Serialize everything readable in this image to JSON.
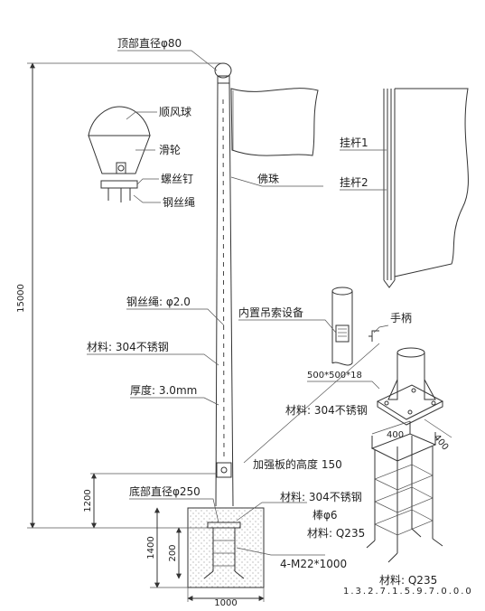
{
  "labels": {
    "top_diameter": "顶部直径φ80",
    "wind_ball": "顺风球",
    "pulley": "滑轮",
    "screw": "螺丝钉",
    "wire_rope": "钢丝绳",
    "buddha_bead": "佛珠",
    "hanging_rod_1": "挂杆1",
    "hanging_rod_2": "挂杆2",
    "wire_rope_spec": "钢丝绳: φ2.0",
    "material_pole": "材料: 304不锈钢",
    "thickness": "厚度: 3.0mm",
    "built_in_hoist": "内置吊索设备",
    "handle": "手柄",
    "base_plate": "500*500*18",
    "material_plate": "材料: 304不锈钢",
    "stiffener_height": "加强板的高度 150",
    "bottom_diameter": "底部直径φ250",
    "material_anchor": "材料: 304不锈钢",
    "rod": "棒φ6",
    "material_q235_a": "材料: Q235",
    "bolts": "4-M22*1000",
    "material_q235_b": "材料: Q235"
  },
  "dimensions": {
    "total_height": "15000",
    "h1200": "1200",
    "h1400": "1400",
    "h200": "200",
    "w1000": "1000",
    "w400a": "400",
    "w400b": "400"
  },
  "code": "1.3.2.7.1.5.9.7.0.0.0"
}
